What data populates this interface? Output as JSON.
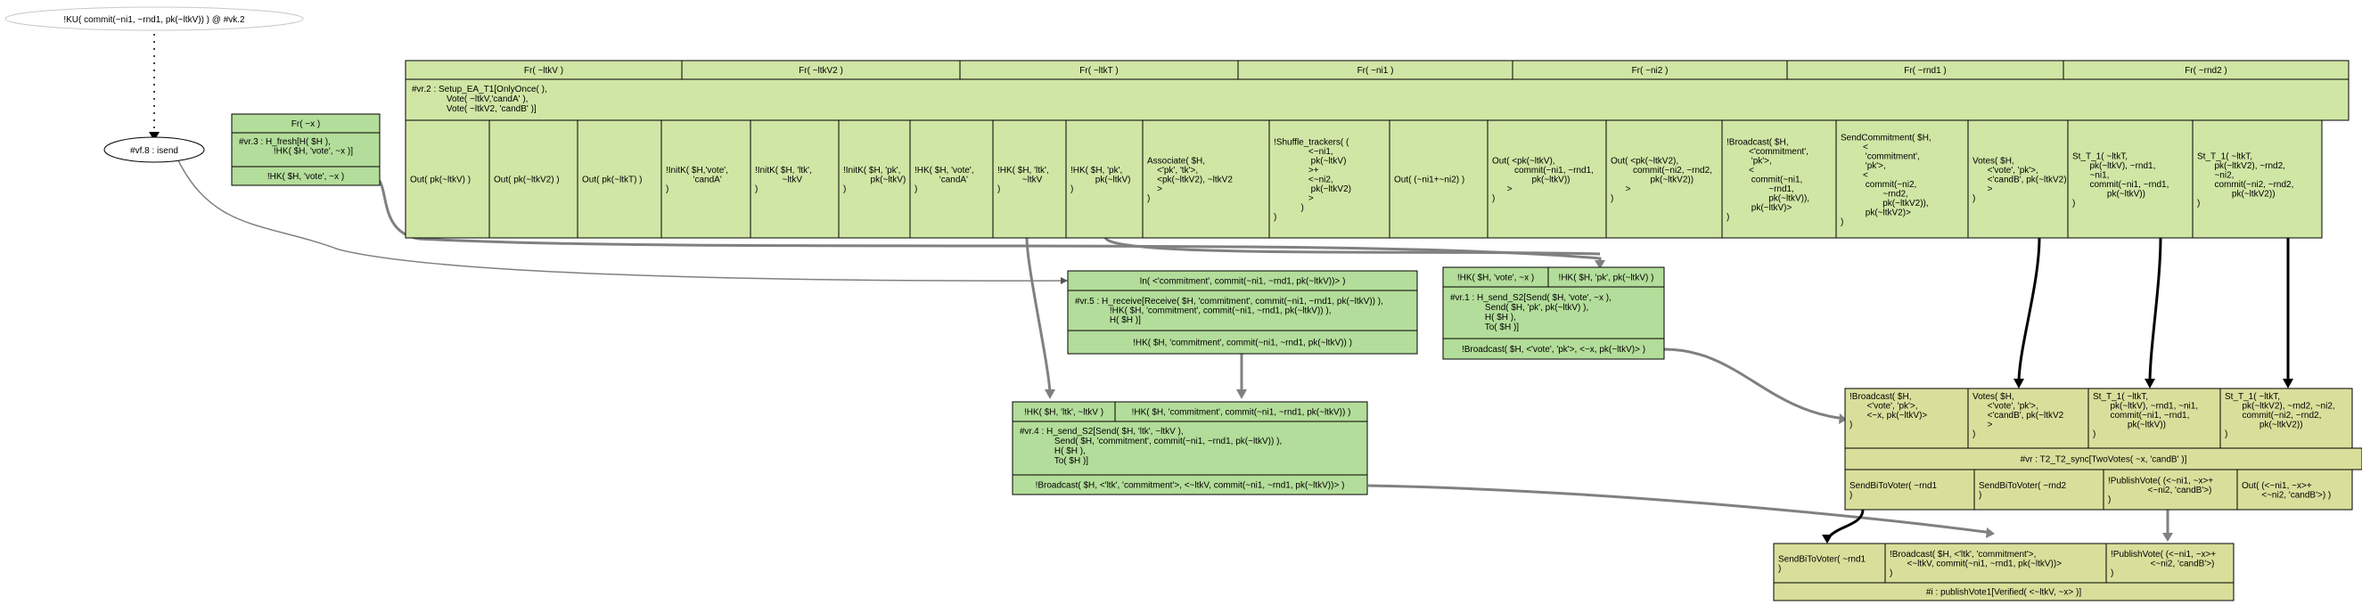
{
  "diagram": {
    "top_ellipse": "!KU( commit(~ni1, ~rnd1, pk(~ltkV)) ) @ #vk.2",
    "isend_ellipse": "#vf.8 : isend",
    "fresh_node": {
      "header": "Fr( ~x )",
      "body": [
        "#vr.3 : H_fresh[H( $H ),",
        "              !HK( $H, 'vote', ~x )]"
      ],
      "footer": "!HK( $H, 'vote', ~x )"
    },
    "setup_node": {
      "top_cells": [
        "Fr( ~ltkV )",
        "Fr( ~ltkV2 )",
        "Fr( ~ltkT )",
        "Fr( ~ni1 )",
        "Fr( ~ni2 )",
        "Fr( ~rnd1 )",
        "Fr( ~rnd2 )"
      ],
      "rule": [
        "#vr.2 : Setup_EA_T1[OnlyOnce( ),",
        "              Vote( ~ltkV,'candA' ),",
        "              Vote( ~ltkV2, 'candB' )]"
      ],
      "bottom_cells": [
        [
          "Out( pk(~ltkV) )"
        ],
        [
          "Out( pk(~ltkV2) )"
        ],
        [
          "Out( pk(~ltkT) )"
        ],
        [
          "!InitK( $H,'vote',",
          "           'candA'",
          ")"
        ],
        [
          "!InitK( $H, 'ltk',",
          "           ~ltkV",
          ")"
        ],
        [
          "!InitK( $H, 'pk',",
          "           pk(~ltkV)",
          ")"
        ],
        [
          "!HK( $H, 'vote',",
          "          'candA'",
          ")"
        ],
        [
          "!HK( $H, 'ltk',",
          "          ~ltkV",
          ")"
        ],
        [
          "!HK( $H, 'pk',",
          "          pk(~ltkV)",
          ")"
        ],
        [
          "Associate( $H,",
          "    <'pk', 'tk'>,",
          "    <pk(~ltkV2), ~ltkV2",
          "    >",
          ")"
        ],
        [
          "!Shuffle_trackers( (",
          "              <~ni1,",
          "               pk(~ltkV)",
          "              >+",
          "              <~ni2,",
          "               pk(~ltkV2)",
          "              >",
          "           )",
          ")"
        ],
        [
          "Out( (~ni1+~ni2) )"
        ],
        [
          "Out( <pk(~ltkV),",
          "         commit(~ni1, ~rnd1,",
          "                pk(~ltkV))",
          "      >",
          ")"
        ],
        [
          "Out( <pk(~ltkV2),",
          "         commit(~ni2, ~rnd2,",
          "                pk(~ltkV2))",
          "      >",
          ")"
        ],
        [
          "!Broadcast( $H,",
          "         <'commitment',",
          "          'pk'>,",
          "         <",
          "          commit(~ni1,",
          "                 ~rnd1,",
          "                 pk(~ltkV)),",
          "          pk(~ltkV)>",
          ")"
        ],
        [
          "SendCommitment( $H,",
          "         <",
          "          'commitment',",
          "          'pk'>,",
          "         <",
          "          commit(~ni2,",
          "                 ~rnd2,",
          "                 pk(~ltkV2)),",
          "          pk(~ltkV2)>",
          ")"
        ],
        [
          "Votes( $H,",
          "      <'vote', 'pk'>,",
          "      <'candB', pk(~ltkV2)",
          "      >",
          ")"
        ],
        [
          "St_T_1( ~ltkT,",
          "       pk(~ltkV), ~rnd1,",
          "       ~ni1,",
          "       commit(~ni1, ~rnd1,",
          "              pk(~ltkV))",
          ")"
        ],
        [
          "St_T_1( ~ltkT,",
          "       pk(~ltkV2), ~rnd2,",
          "       ~ni2,",
          "       commit(~ni2, ~rnd2,",
          "              pk(~ltkV2))",
          ")"
        ]
      ]
    },
    "receive_node": {
      "header": "In( <'commitment', commit(~ni1, ~rnd1, pk(~ltkV))> )",
      "body": [
        "#vr.5 : H_receive[Receive( $H, 'commitment', commit(~ni1, ~rnd1, pk(~ltkV)) ),",
        "              !HK( $H, 'commitment', commit(~ni1, ~rnd1, pk(~ltkV)) ),",
        "              H( $H )]"
      ],
      "footer": "!HK( $H, 'commitment', commit(~ni1, ~rnd1, pk(~ltkV)) )"
    },
    "send_s2_node": {
      "top_cells": [
        "!HK( $H, 'vote', ~x )",
        "!HK( $H, 'pk', pk(~ltkV) )"
      ],
      "body": [
        "#vr.1 : H_send_S2[Send( $H, 'vote', ~x ),",
        "              Send( $H, 'pk', pk(~ltkV) ),",
        "              H( $H ),",
        "              To( $H )]"
      ],
      "footer": "!Broadcast( $H, <'vote', 'pk'>, <~x, pk(~ltkV)> )"
    },
    "send_s2_commit_node": {
      "top_cells": [
        "!HK( $H, 'ltk', ~ltkV )",
        "!HK( $H, 'commitment', commit(~ni1, ~rnd1, pk(~ltkV)) )"
      ],
      "body": [
        "#vr.4 : H_send_S2[Send( $H, 'ltk', ~ltkV ),",
        "              Send( $H, 'commitment', commit(~ni1, ~rnd1, pk(~ltkV)) ),",
        "              H( $H ),",
        "              To( $H )]"
      ],
      "footer": "!Broadcast( $H, <'ltk', 'commitment'>, <~ltkV, commit(~ni1, ~rnd1, pk(~ltkV))> )"
    },
    "sync_node": {
      "top_cells": [
        [
          "!Broadcast( $H,",
          "       <'vote', 'pk'>,",
          "       <~x, pk(~ltkV)>",
          ")"
        ],
        [
          "Votes( $H,",
          "      <'vote', 'pk'>,",
          "      <'candB', pk(~ltkV2",
          "      >",
          ")"
        ],
        [
          "St_T_1( ~ltkT,",
          "       pk(~ltkV), ~rnd1, ~ni1,",
          "       commit(~ni1, ~rnd1,",
          "              pk(~ltkV))",
          ")"
        ],
        [
          "St_T_1( ~ltkT,",
          "       pk(~ltkV2), ~rnd2, ~ni2,",
          "       commit(~ni2, ~rnd2,",
          "              pk(~ltkV2))",
          ")"
        ]
      ],
      "rule": "#vr : T2_T2_sync[TwoVotes( ~x, 'candB' )]",
      "bottom_cells": [
        [
          "SendBiToVoter( ~rnd1",
          ")"
        ],
        [
          "SendBiToVoter( ~rnd2",
          ")"
        ],
        [
          "!PublishVote( (<~ni1, ~x>+",
          "                <~ni2, 'candB'>)",
          ")"
        ],
        [
          "Out( (<~ni1, ~x>+",
          "        <~ni2, 'candB'>) )"
        ]
      ]
    },
    "publish_node": {
      "top_cells": [
        [
          "SendBiToVoter( ~rnd1",
          ")"
        ],
        [
          "!Broadcast( $H, <'ltk', 'commitment'>,",
          "       <~ltkV, commit(~ni1, ~rnd1, pk(~ltkV))>",
          ")"
        ],
        [
          "!PublishVote( (<~ni1, ~x>+",
          "                <~ni2, 'candB'>)",
          ")"
        ]
      ],
      "rule": "#i : publishVote1[Verified( <~ltkV, ~x> )]"
    }
  }
}
